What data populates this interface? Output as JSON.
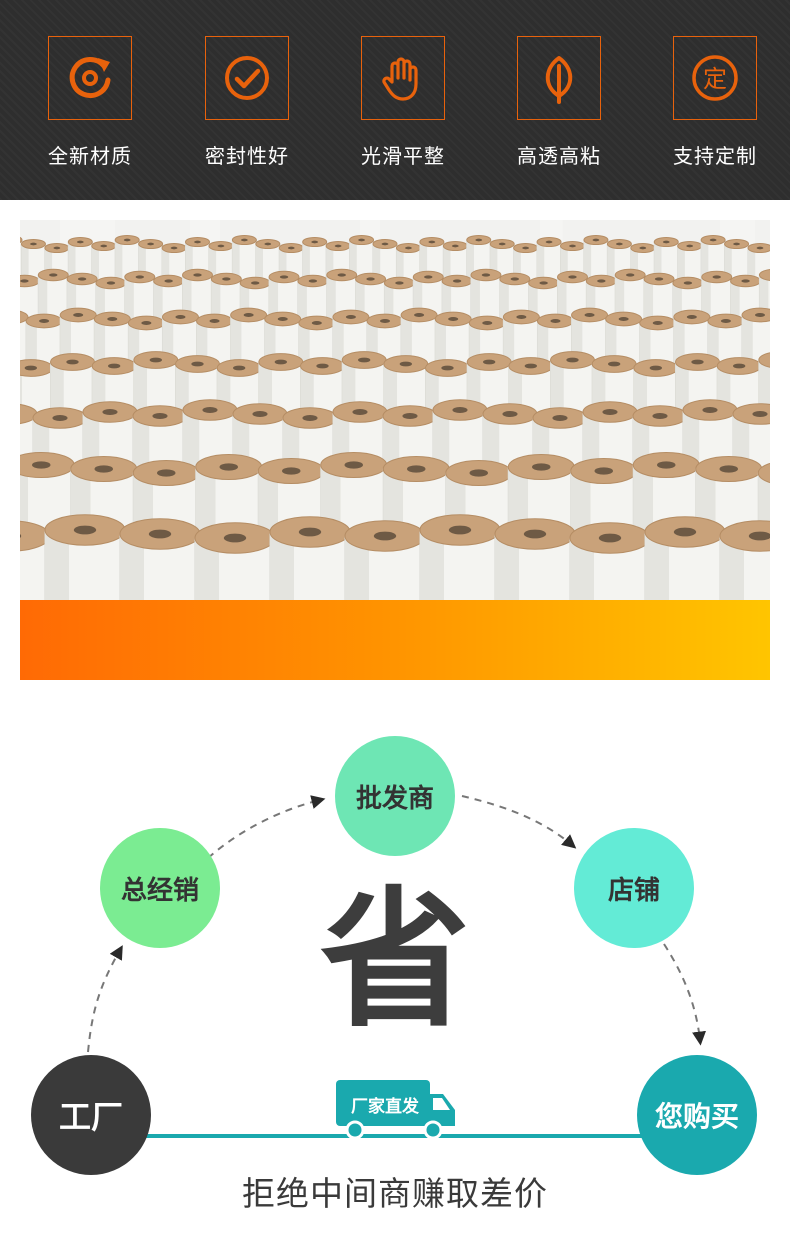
{
  "features": [
    {
      "label": "全新材质",
      "icon": "refresh-c-icon"
    },
    {
      "label": "密封性好",
      "icon": "check-circle-icon"
    },
    {
      "label": "光滑平整",
      "icon": "hand-icon"
    },
    {
      "label": "高透高粘",
      "icon": "leaf-icon"
    },
    {
      "label": "支持定制",
      "icon": "custom-seal-icon",
      "glyph": "定"
    }
  ],
  "colors": {
    "feature_bar_bg": "#2e2e2e",
    "icon_accent": "#e8620c",
    "band_start": "#ff6a05",
    "band_end": "#ffc500",
    "truck": "#1aa9ae",
    "line": "#1aa9ae"
  },
  "flow": {
    "factory": "工厂",
    "general_distributor": "总经销",
    "wholesaler": "批发商",
    "shop": "店铺",
    "you_buy": "您购买",
    "center_char": "省",
    "truck_label": "厂家直发",
    "slogan": "拒绝中间商赚取差价"
  }
}
